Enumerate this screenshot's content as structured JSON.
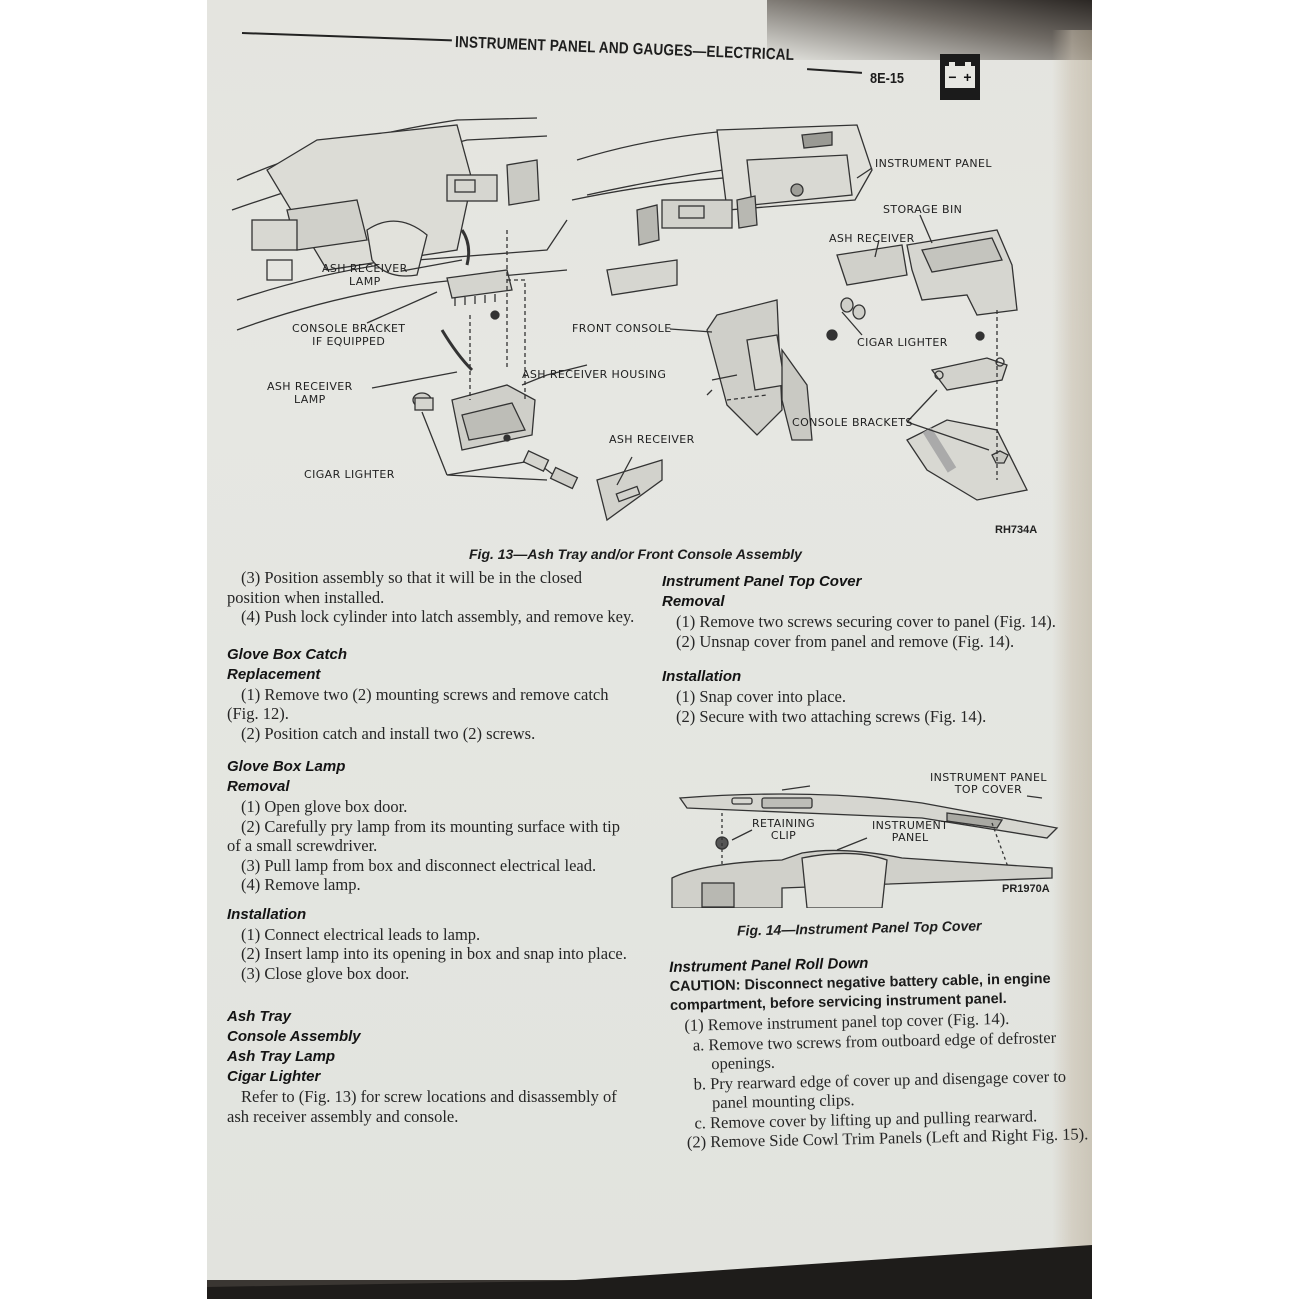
{
  "header": {
    "title": "INSTRUMENT PANEL AND GAUGES—ELECTRICAL",
    "page_number": "8E-15",
    "section_icon": "battery-icon",
    "battery_symbols": {
      "minus": "−",
      "plus": "+"
    }
  },
  "figure13": {
    "caption": "Fig. 13—Ash Tray and/or Front Console Assembly",
    "code": "RH734A",
    "labels": {
      "ash_receiver_lamp_top": [
        "ASH RECEIVER",
        "LAMP"
      ],
      "console_bracket": [
        "CONSOLE BRACKET",
        "IF EQUIPPED"
      ],
      "ash_receiver_lamp_bottom": [
        "ASH RECEIVER",
        "LAMP"
      ],
      "ash_receiver_housing": "ASH RECEIVER HOUSING",
      "cigar_lighter_left": "CIGAR LIGHTER",
      "ash_receiver_left": "ASH RECEIVER",
      "front_console": "FRONT CONSOLE",
      "instrument_panel": "INSTRUMENT PANEL",
      "storage_bin": "STORAGE BIN",
      "ash_receiver_right": "ASH RECEIVER",
      "cigar_lighter_right": "CIGAR LIGHTER",
      "console_brackets": "CONSOLE BRACKETS"
    }
  },
  "figure14": {
    "caption": "Fig. 14—Instrument Panel Top Cover",
    "code": "PR1970A",
    "labels": {
      "top_cover": [
        "INSTRUMENT PANEL",
        "TOP COVER"
      ],
      "retaining_clip": [
        "RETAINING",
        "CLIP"
      ],
      "instrument_panel": [
        "INSTRUMENT",
        "PANEL"
      ]
    }
  },
  "left_column": {
    "intro_steps": [
      "(3) Position assembly so that it will be in the closed position when installed.",
      "(4) Push lock cylinder into latch assembly, and remove key."
    ],
    "glove_box_catch": {
      "heading": "Glove Box Catch",
      "subheading": "Replacement",
      "steps": [
        "(1) Remove two (2) mounting screws and remove catch (Fig. 12).",
        "(2) Position catch and install two (2) screws."
      ]
    },
    "glove_box_lamp": {
      "heading": "Glove Box Lamp",
      "removal_heading": "Removal",
      "removal_steps": [
        "(1) Open glove box door.",
        "(2) Carefully pry lamp from its mounting surface with tip of a small screwdriver.",
        "(3) Pull lamp from box and disconnect electrical lead.",
        "(4) Remove lamp."
      ],
      "installation_heading": "Installation",
      "installation_steps": [
        "(1) Connect electrical leads to lamp.",
        "(2) Insert lamp into its opening in box and snap into place.",
        "(3) Close glove box door."
      ]
    },
    "ash_tray": {
      "headings": [
        "Ash Tray",
        "Console Assembly",
        "Ash Tray Lamp",
        "Cigar Lighter"
      ],
      "body": "Refer to (Fig. 13) for screw locations and disassembly of ash receiver assembly and console."
    }
  },
  "right_column": {
    "top_cover": {
      "heading": "Instrument Panel Top Cover",
      "removal_heading": "Removal",
      "removal_steps": [
        "(1) Remove two screws securing cover to panel (Fig. 14).",
        "(2) Unsnap cover from panel and remove (Fig. 14)."
      ],
      "installation_heading": "Installation",
      "installation_steps": [
        "(1) Snap cover into place.",
        "(2) Secure with two attaching screws (Fig. 14)."
      ]
    },
    "roll_down": {
      "heading": "Instrument Panel Roll Down",
      "caution": "CAUTION: Disconnect negative battery cable, in engine compartment, before servicing instrument panel.",
      "step1": "(1) Remove instrument panel top cover (Fig. 14).",
      "substeps": [
        "a. Remove two screws from outboard edge of defroster openings.",
        "b. Pry rearward edge of cover up and disengage cover to panel mounting clips.",
        "c. Remove cover by lifting up and pulling rearward."
      ],
      "step2": "(2) Remove Side Cowl Trim Panels (Left and Right Fig. 15)."
    }
  }
}
